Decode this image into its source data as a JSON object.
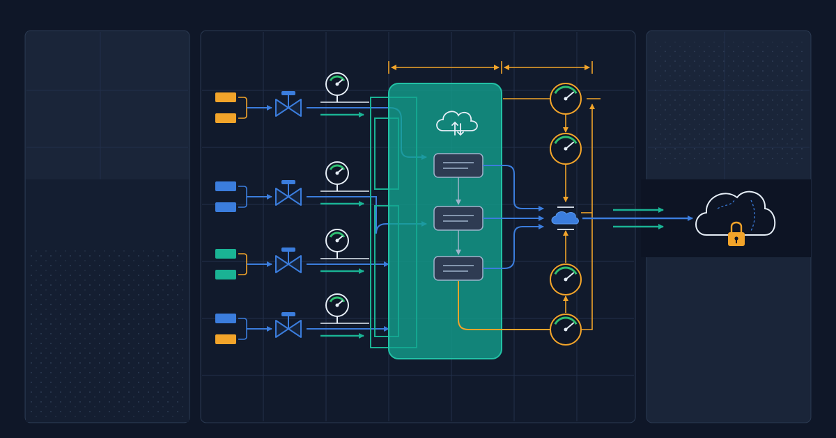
{
  "colors": {
    "background": "#0f1728",
    "panel_fill": "#1a2539",
    "panel_border": "#2b3a52",
    "grid": "#22304a",
    "blue": "#3b7ddd",
    "teal": "#1ab394",
    "orange": "#f2a42a",
    "hub_fill": "#13a38f",
    "hub_border": "#22c2a6",
    "node_fill": "#2e3b52",
    "node_border": "#9fb4cc",
    "gauge_green": "#2fbf71",
    "ink": "#e6eef7",
    "lock": "#f2a42a"
  },
  "icons": {
    "source": "source-block-icon",
    "valve": "valve-icon",
    "gauge": "pressure-gauge-icon",
    "cloud_sync": "cloud-sync-icon",
    "small_cloud": "small-cloud-icon",
    "secure_cloud": "cloud-lock-icon"
  },
  "sources": [
    {
      "colors": [
        "orange",
        "orange"
      ]
    },
    {
      "colors": [
        "blue",
        "blue"
      ]
    },
    {
      "colors": [
        "teal",
        "teal"
      ]
    },
    {
      "colors": [
        "blue",
        "orange"
      ]
    }
  ],
  "processing_steps": 3,
  "output_gauges": 4
}
